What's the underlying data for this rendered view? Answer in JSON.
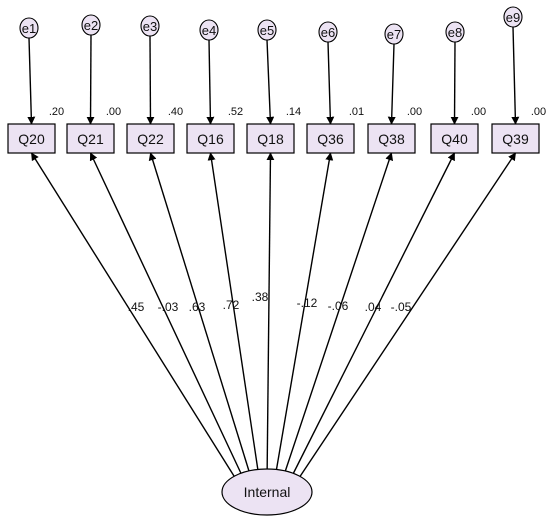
{
  "latent": {
    "label": "Internal"
  },
  "items": [
    {
      "error": "e1",
      "indicator": "Q20",
      "r2": ".20",
      "loading": ".45"
    },
    {
      "error": "e2",
      "indicator": "Q21",
      "r2": ".00",
      "loading": "-.03"
    },
    {
      "error": "e3",
      "indicator": "Q22",
      "r2": ".40",
      "loading": ".63"
    },
    {
      "error": "e4",
      "indicator": "Q16",
      "r2": ".52",
      "loading": ".72"
    },
    {
      "error": "e5",
      "indicator": "Q18",
      "r2": ".14",
      "loading": ".38"
    },
    {
      "error": "e6",
      "indicator": "Q36",
      "r2": ".01",
      "loading": "-.12"
    },
    {
      "error": "e7",
      "indicator": "Q38",
      "r2": ".00",
      "loading": "-.06"
    },
    {
      "error": "e8",
      "indicator": "Q40",
      "r2": ".00",
      "loading": ".04"
    },
    {
      "error": "e9",
      "indicator": "Q39",
      "r2": ".00",
      "loading": "-.05"
    }
  ],
  "colors": {
    "node_fill": "#ece3f3",
    "node_stroke": "#000000",
    "line": "#000000"
  }
}
